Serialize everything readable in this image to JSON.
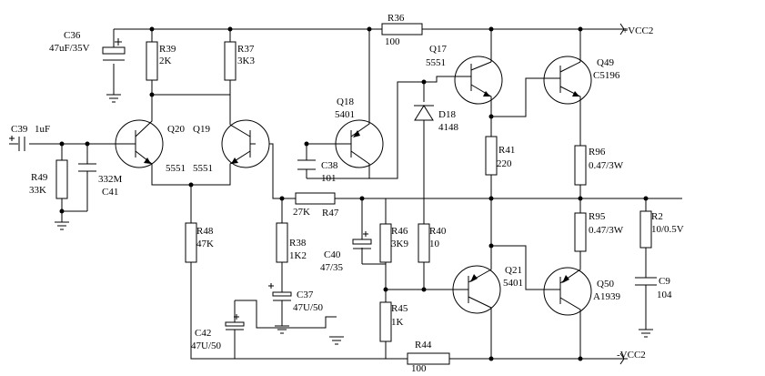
{
  "rails": {
    "vcc_pos": "+VCC2",
    "vcc_neg": "-VCC2"
  },
  "components": {
    "c36": {
      "ref": "C36",
      "value": "47uF/35V"
    },
    "r39": {
      "ref": "R39",
      "value": "2K"
    },
    "r37": {
      "ref": "R37",
      "value": "3K3"
    },
    "r36": {
      "ref": "R36",
      "value": "100"
    },
    "q17": {
      "ref": "Q17",
      "value": "5551"
    },
    "q49": {
      "ref": "Q49",
      "value": "C5196"
    },
    "q18": {
      "ref": "Q18",
      "value": "5401"
    },
    "d18": {
      "ref": "D18",
      "value": "4148"
    },
    "c39": {
      "ref": "C39",
      "value": "1uF"
    },
    "q20": {
      "ref": "Q20",
      "value": "5551"
    },
    "q19": {
      "ref": "Q19",
      "value": "5551"
    },
    "r49": {
      "ref": "R49",
      "value": "33K"
    },
    "c41": {
      "ref": "C41",
      "value": "332M"
    },
    "c38": {
      "ref": "C38",
      "value": "101"
    },
    "r41": {
      "ref": "R41",
      "value": "220"
    },
    "r96": {
      "ref": "R96",
      "value": "0.47/3W"
    },
    "r47": {
      "ref": "R47",
      "value": "27K"
    },
    "r48": {
      "ref": "R48",
      "value": "47K"
    },
    "r46": {
      "ref": "R46",
      "value": "3K9"
    },
    "r40": {
      "ref": "R40",
      "value": "10"
    },
    "r95": {
      "ref": "R95",
      "value": "0.47/3W"
    },
    "r2": {
      "ref": "R2",
      "value": "10/0.5V"
    },
    "r38": {
      "ref": "R38",
      "value": "1K2"
    },
    "c40": {
      "ref": "C40",
      "value": "47/35"
    },
    "c37": {
      "ref": "C37",
      "value": "47U/50"
    },
    "q21": {
      "ref": "Q21",
      "value": "5401"
    },
    "q50": {
      "ref": "Q50",
      "value": "A1939"
    },
    "c9": {
      "ref": "C9",
      "value": "104"
    },
    "r45": {
      "ref": "R45",
      "value": "1K"
    },
    "c42": {
      "ref": "C42",
      "value": "47U/50"
    },
    "r44": {
      "ref": "R44",
      "value": "100"
    }
  }
}
